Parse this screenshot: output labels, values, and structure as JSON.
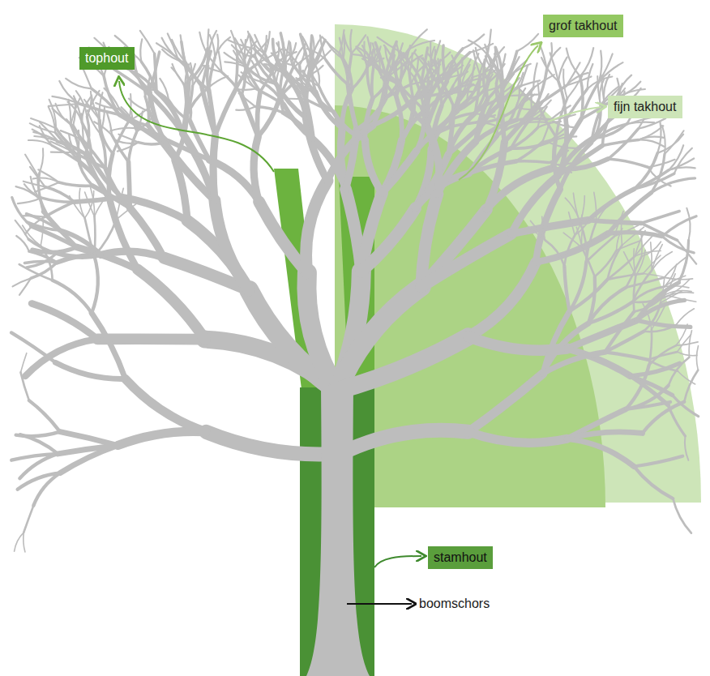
{
  "diagram": {
    "nodes": [
      {
        "text": [
          "grof takhout"
        ]
      },
      {
        "text": [
          "tophout"
        ]
      },
      {
        "text": [
          "fijn takhout"
        ]
      },
      {
        "text": [
          "stamhout"
        ]
      }
    ],
    "labels": [
      "boomschors"
    ]
  }
}
